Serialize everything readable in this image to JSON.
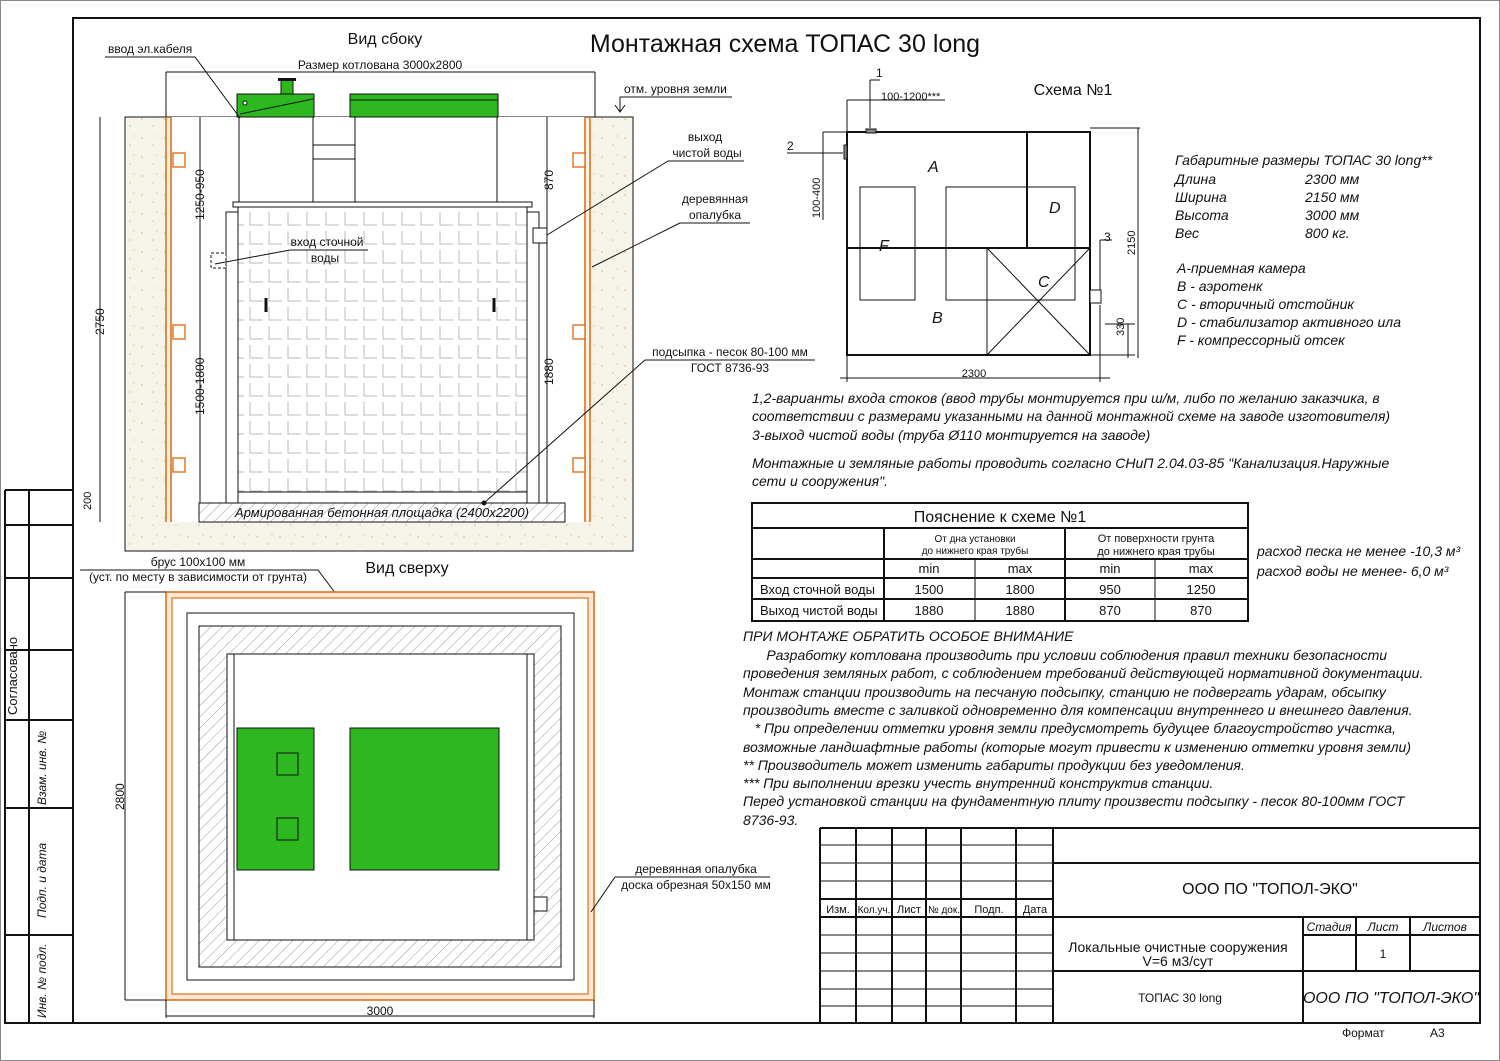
{
  "title": "Монтажная схема ТОПАС 30 long",
  "side_view": {
    "title": "Вид сбоку",
    "pit_size": "Размер котлована 3000x2800",
    "cable_input": "ввод эл.кабеля",
    "ground_mark": "отм. уровня земли",
    "clean_out_1": "выход",
    "clean_out_2": "чистой воды",
    "formwork_1": "деревянная",
    "formwork_2": "опалубка",
    "waste_in_1": "вход сточной",
    "waste_in_2": "воды",
    "sand_1": "подсыпка - песок 80-100 мм",
    "sand_2": "ГОСТ 8736-93",
    "slab": "Армированная бетонная площадка (2400x2200)",
    "dim_2750": "2750",
    "dim_1250_950": "1250-950",
    "dim_1500_1800": "1500-1800",
    "dim_870": "870",
    "dim_1880": "1880",
    "dim_200": "200"
  },
  "top_view": {
    "title": "Вид сверху",
    "beam_1": "брус 100x100 мм",
    "beam_2": "(уст. по месту в зависимости от грунта)",
    "formwork_1": "деревянная опалубка",
    "formwork_2": "доска обрезная 50x150 мм",
    "dim_2800": "2800",
    "dim_3000": "3000"
  },
  "scheme1": {
    "title": "Схема №1",
    "mark_1": "1",
    "mark_2": "2",
    "mark_3": "3",
    "dim_100_1200": "100-1200***",
    "dim_100_400": "100-400",
    "dim_2150": "2150",
    "dim_330": "330",
    "dim_2300": "2300",
    "zone_a": "A",
    "zone_b": "B",
    "zone_c": "C",
    "zone_d": "D",
    "zone_f": "F"
  },
  "specs": {
    "title": "Габаритные размеры  ТОПАС 30 long**",
    "rows": [
      {
        "label": "Длина",
        "value": "2300 мм"
      },
      {
        "label": "Ширина",
        "value": "2150 мм"
      },
      {
        "label": "Высота",
        "value": "3000 мм"
      },
      {
        "label": "Вес",
        "value": "800 кг."
      }
    ],
    "legend": [
      "A-приемная  камера",
      "B - аэротенк",
      "C - вторичный отстойник",
      "D - стабилизатор активного  ила",
      "F  - компрессорный отсек"
    ]
  },
  "notes": {
    "n1": "1,2-варианты входа  стоков (ввод трубы монтируется при ш/м, либо по желанию заказчика, в",
    "n2": "соответствии с размерами указанными на данной монтажной схеме на заводе изготовителя)",
    "n3": "3-выход чистой воды (труба Ø110 монтируется на заводе)",
    "n4": "Монтажные и земляные работы проводить согласно СНиП 2.04.03-85 \"Канализация.Наружные",
    "n5": "сети и сооружения\"."
  },
  "table": {
    "title": "Пояснение к схеме №1",
    "group1": [
      "От дна установки",
      "до нижнего края трубы"
    ],
    "group2": [
      "От поверхности грунта",
      "до нижнего края трубы"
    ],
    "sub": [
      "min",
      "max",
      "min",
      "max"
    ],
    "rows": [
      {
        "label": "Вход сточной воды",
        "values": [
          "1500",
          "1800",
          "950",
          "1250"
        ]
      },
      {
        "label": "Выход чистой воды",
        "values": [
          "1880",
          "1880",
          "870",
          "870"
        ]
      }
    ]
  },
  "consumption": {
    "sand": "расход песка не менее -10,3 м³",
    "water": "расход воды не менее- 6,0 м³"
  },
  "attention": {
    "heading": "ПРИ МОНТАЖЕ ОБРАТИТЬ ОСОБОЕ ВНИМАНИЕ",
    "lines": [
      "      Разработку котлована производить при условии соблюдения правил техники безопасности",
      "проведения земляных работ, с соблюдением требований действующей нормативной документации.",
      "Монтаж станции производить на песчаную подсыпку, станцию не подвергать ударам, обсыпку",
      "производить вместе с заливкой одновременно для компенсации внутреннего и внешнего давления.",
      "   * При определении отметки уровня земли предусмотреть будущее благоустройство участка,",
      "возможные ландшафтные работы (которые могут привести к изменению отметки уровня земли)",
      "** Производитель может изменить габариты продукции без уведомления.",
      "*** При выполнении врезки учесть внутренний конструктив станции.",
      "Перед установкой станции на фундаментную плиту произвести подсыпку - песок 80-100мм ГОСТ",
      "8736-93."
    ]
  },
  "title_block": {
    "cols": [
      "Изм.",
      "Кол.уч.",
      "Лист",
      "№ док.",
      "Подп.",
      "Дата"
    ],
    "company": "ООО ПО \"ТОПОЛ-ЭКО\"",
    "project_1": "Локальные очистные сооружения",
    "project_2": "V=6 м3/сут",
    "stage": "Стадия",
    "sheet": "Лист",
    "sheets": "Листов",
    "sheet_no": "1",
    "product": "ТОПАС 30 long",
    "company_italic": "ООО ПО \"ТОПОЛ-ЭКО\"",
    "format_label": "Формат",
    "format_value": "А3"
  },
  "stamp": {
    "agreed": "Согласовано",
    "replace": "Взам. инв. №",
    "sign_date": "Подп. и дата",
    "inv": "Инв. № подл."
  },
  "colors": {
    "green": "#2db81f",
    "orange": "#e0701a",
    "sand": "#f4f1e6"
  }
}
